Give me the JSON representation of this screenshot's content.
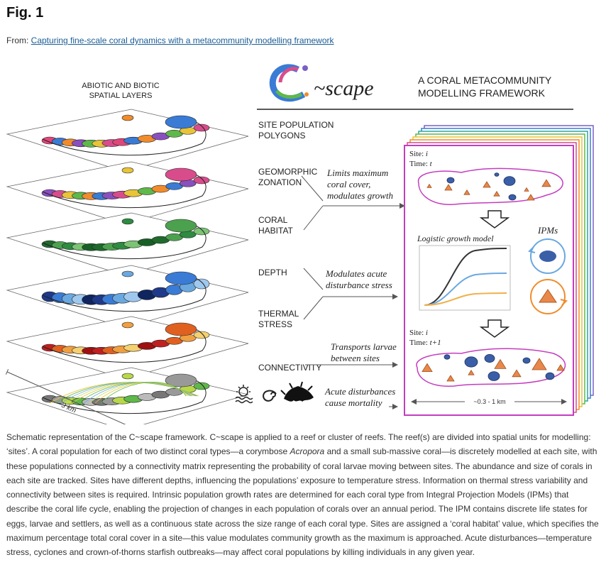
{
  "figure_label": "Fig. 1",
  "source": {
    "prefix": "From: ",
    "link_text": "Capturing fine-scale coral dynamics with a metacommunity modelling framework"
  },
  "diagram": {
    "logo_text": "~scape",
    "framework_title_line1": "A CORAL METACOMMUNITY",
    "framework_title_line2": "MODELLING FRAMEWORK",
    "left_title_line1": "ABIOTIC AND BIOTIC",
    "left_title_line2": "SPATIAL LAYERS",
    "layers": [
      {
        "line1": "SITE POPULATION",
        "line2": "POLYGONS"
      },
      {
        "line1": "GEOMORPHIC",
        "line2": "ZONATION"
      },
      {
        "line1": "CORAL",
        "line2": "HABITAT"
      },
      {
        "line1": "DEPTH",
        "line2": ""
      },
      {
        "line1": "THERMAL",
        "line2": "STRESS"
      },
      {
        "line1": "CONNECTIVITY",
        "line2": ""
      }
    ],
    "effects": [
      {
        "lines": [
          "Limits maximum",
          "coral cover,",
          "modulates growth"
        ]
      },
      {
        "lines": [
          "Modulates  acute",
          "disturbance stress"
        ]
      },
      {
        "lines": [
          "Transports larvae",
          "between sites"
        ]
      },
      {
        "lines": [
          "Acute disturbances",
          "cause mortality"
        ]
      }
    ],
    "panel": {
      "site_label_top": "Site:",
      "site_var": "i",
      "time_label": "Time:",
      "time_var_top": "t",
      "time_var_bottom": "t+1",
      "logistic_title": "Logistic growth model",
      "ipm_label": "IPMs",
      "scale_label": "~0.3 - 1 km"
    },
    "map_scale_label": "3 km",
    "colors": {
      "panel_frames": [
        "#7b5fc4",
        "#3a7bd5",
        "#2ba6a0",
        "#5fb84a",
        "#e8c43a",
        "#f08c2c",
        "#d94c8c"
      ],
      "main_frame": "#c43dbf",
      "acropora": "#e8884a",
      "massive": "#3a5fa8",
      "curve_dark": "#333333",
      "curve_blue": "#6aa8e0",
      "curve_orange": "#f0b04a"
    }
  },
  "caption": {
    "p1": "Schematic representation of the C~scape framework. C~scape is applied to a reef or cluster of reefs. The reef(s) are divided into spatial units for modelling: ‘sites’. A coral population for each of two distinct coral types—a corymbose ",
    "p1_italic": "Acropora",
    "p2": " and a small sub-massive coral—is discretely modelled at each site, with these populations connected by a connectivity matrix representing the probability of coral larvae moving between sites. The abundance and size of corals in each site are tracked. Sites have different depths, influencing the populations’ exposure to temperature stress. Information on thermal stress variability and connectivity between sites is required. Intrinsic population growth rates are determined for each coral type from Integral Projection Models (IPMs) that describe the coral life cycle, enabling the projection of changes in each population of corals over an annual period. The IPM contains discrete life states for eggs, larvae and settlers, as well as a continuous state across the size range of each coral type. Sites are assigned a ‘coral habitat’ value, which specifies the maximum percentage total coral cover in a site—this value modulates community growth as the maximum is approached. Acute disturbances—temperature stress, cyclones and crown-of-thorns starfish outbreaks—may affect coral populations by killing individuals in any given year."
  }
}
